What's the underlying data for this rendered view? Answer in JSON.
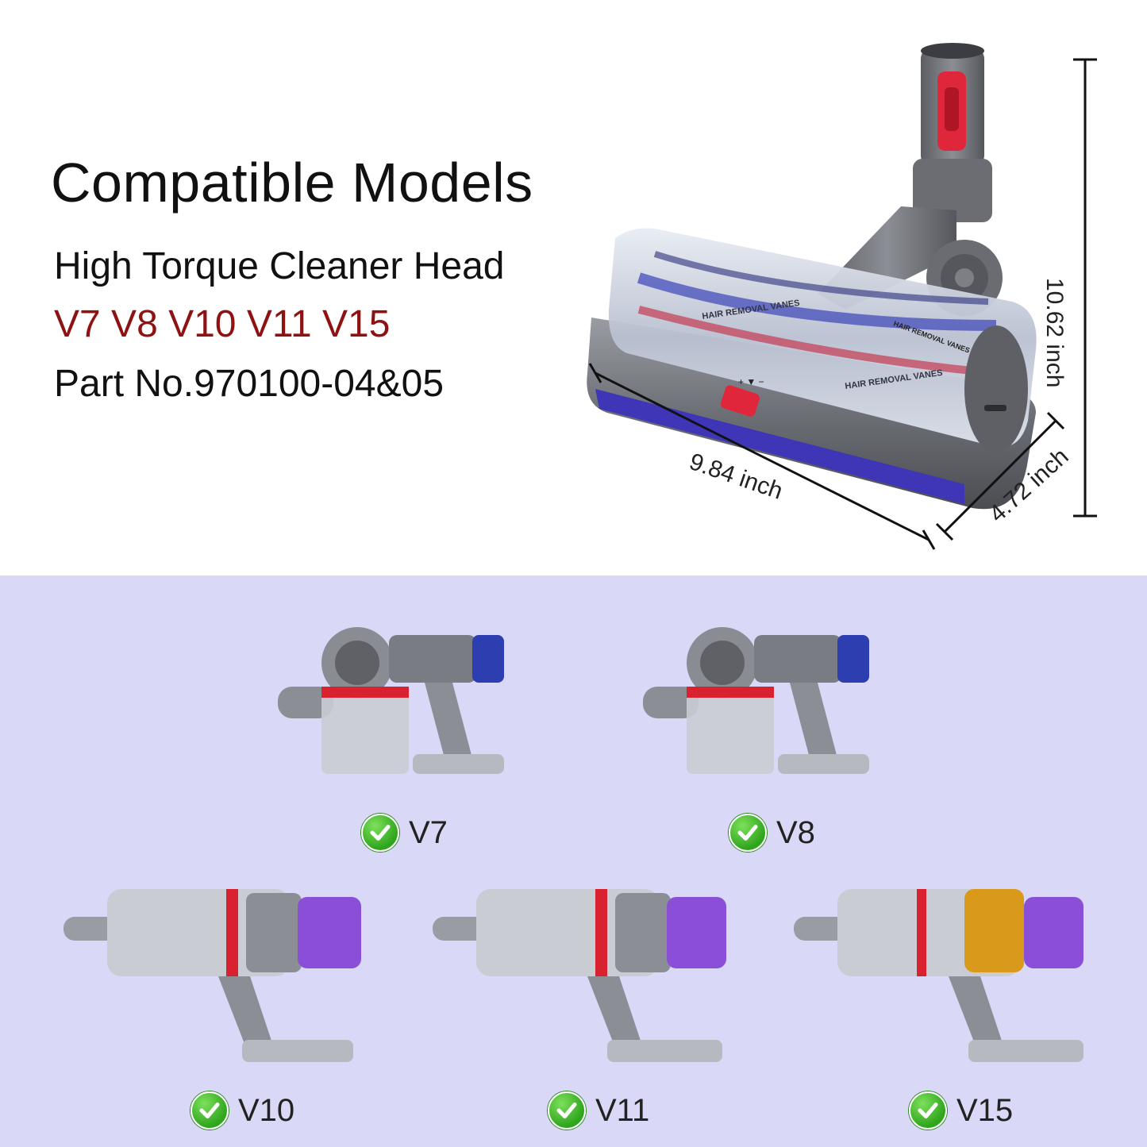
{
  "header": {
    "title": "Compatible Models",
    "product": "High Torque Cleaner Head",
    "models": "V7 V8 V10 V11 V15",
    "part_no": "Part No.970100-04&05"
  },
  "product_image": {
    "roller_text_1": "HAIR REMOVAL VANES",
    "roller_text_2": "HAIR REMOVAL VANES",
    "body_text": "HAIR REMOVAL VANES",
    "dimensions": {
      "height": "10.62 inch",
      "length": "9.84 inch",
      "depth": "4.72 inch"
    }
  },
  "compatible": [
    {
      "name": "V7",
      "accent": "#2d3fb0"
    },
    {
      "name": "V8",
      "accent": "#2d3fb0"
    },
    {
      "name": "V10",
      "accent": "#8a4fd6"
    },
    {
      "name": "V11",
      "accent": "#8a4fd6"
    },
    {
      "name": "V15",
      "accent": "#d99a1c"
    }
  ],
  "colors": {
    "accent_red": "#8f1212",
    "panel_bg": "#d9d8f7",
    "check_green": "#36b11f"
  }
}
